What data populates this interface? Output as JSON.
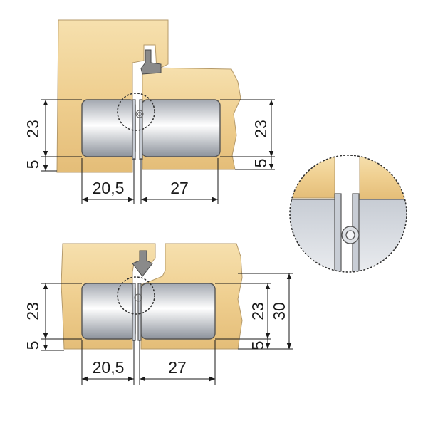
{
  "top_section": {
    "left_height_upper": "23",
    "left_height_lower": "5",
    "right_height_upper": "23",
    "right_height_lower": "5",
    "width_left": "20,5",
    "width_right": "27"
  },
  "bottom_section": {
    "left_height_upper": "23",
    "left_height_lower": "5",
    "right_height_upper": "23",
    "right_height_lower": "5",
    "right_total_height": "30",
    "width_left": "20,5",
    "width_right": "27"
  },
  "colors": {
    "wood_light": "#f4dca6",
    "wood_dark": "#e3bf7d",
    "metal_light": "#ffffff",
    "metal_dark": "#9aa0a8",
    "seal": "#8a8a8a"
  }
}
